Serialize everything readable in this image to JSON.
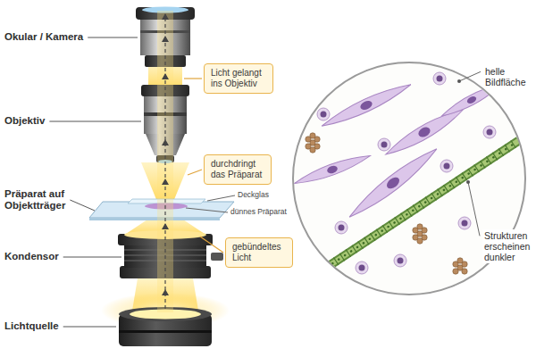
{
  "diagram": {
    "nodes": [
      {
        "text": [
          "Licht gelangt ins Objektiv"
        ]
      },
      {
        "text": [
          "durchdringt das Präparat"
        ]
      },
      {
        "text": [
          "gebündeltes Licht"
        ]
      }
    ],
    "labels": [
      "Okular / Kamera",
      "Objektiv",
      "Präparat auf Objektträger",
      "Kondensor",
      "Lichtquelle",
      "Deckglas",
      "dünnes Präparat",
      "helle Bildfläche",
      "Strukturen erscheinen dunkler"
    ]
  }
}
